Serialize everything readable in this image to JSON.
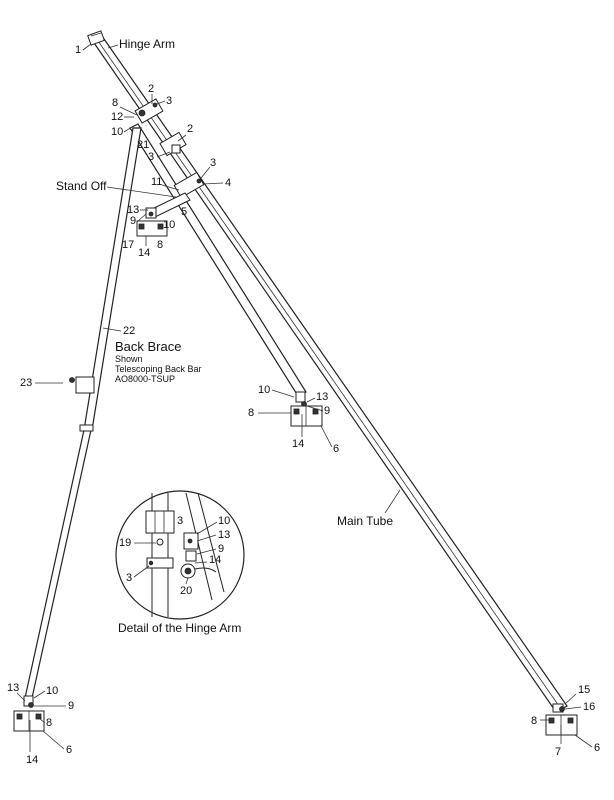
{
  "labels": {
    "hinge_arm": "Hinge Arm",
    "stand_off": "Stand Off",
    "back_brace": "Back Brace",
    "shown": "Shown",
    "telescoping": "Telescoping Back Bar",
    "model": "AO8000-TSUP",
    "main_tube": "Main Tube",
    "detail": "Detail of the Hinge Arm"
  },
  "callouts": {
    "n1": "1",
    "n2a": "2",
    "n3a": "3",
    "n8a": "8",
    "n12": "12",
    "n10a": "10",
    "n21": "21",
    "n2b": "2",
    "n3b": "3",
    "n3c": "3",
    "n4": "4",
    "n11": "11",
    "n5": "5",
    "n13a": "13",
    "n9a": "9",
    "n10b": "10",
    "n17": "17",
    "n14a": "14",
    "n8b": "8",
    "n22": "22",
    "n23": "23",
    "n10c": "10",
    "n13b": "13",
    "n8c": "8",
    "n9b": "9",
    "n14b": "14",
    "n6a": "6",
    "d3a": "3",
    "d10": "10",
    "d13": "13",
    "d19": "19",
    "d9": "9",
    "d14": "14",
    "d3b": "3",
    "d20": "20",
    "n13c": "13",
    "n10d": "10",
    "n9c": "9",
    "n8d": "8",
    "n6b": "6",
    "n14c": "14",
    "n15": "15",
    "n16": "16",
    "n8e": "8",
    "n7": "7",
    "n6c": "6"
  }
}
